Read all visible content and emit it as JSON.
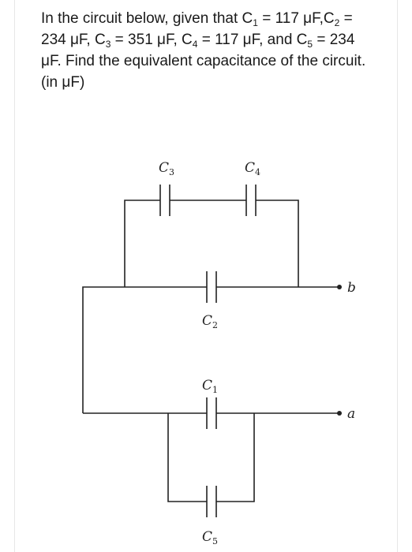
{
  "question": {
    "part1": "In the circuit below, given that C",
    "sub1": "1",
    "part2": " = 117 μF,C",
    "sub2": "2",
    "part3": " = 234 μF, C",
    "sub3": "3",
    "part4": " = 351 μF, C",
    "sub4": "4",
    "part5": " = 117 μF, and C",
    "sub5": "5",
    "part6": " = 234 μF. Find the equivalent capacitance of the circuit. (in μF)"
  },
  "circuit": {
    "c3": {
      "letter": "C",
      "sub": "3"
    },
    "c4": {
      "letter": "C",
      "sub": "4"
    },
    "c2": {
      "letter": "C",
      "sub": "2"
    },
    "c1": {
      "letter": "C",
      "sub": "1"
    },
    "c5": {
      "letter": "C",
      "sub": "5"
    },
    "terminal_b": "b",
    "terminal_a": "a"
  }
}
